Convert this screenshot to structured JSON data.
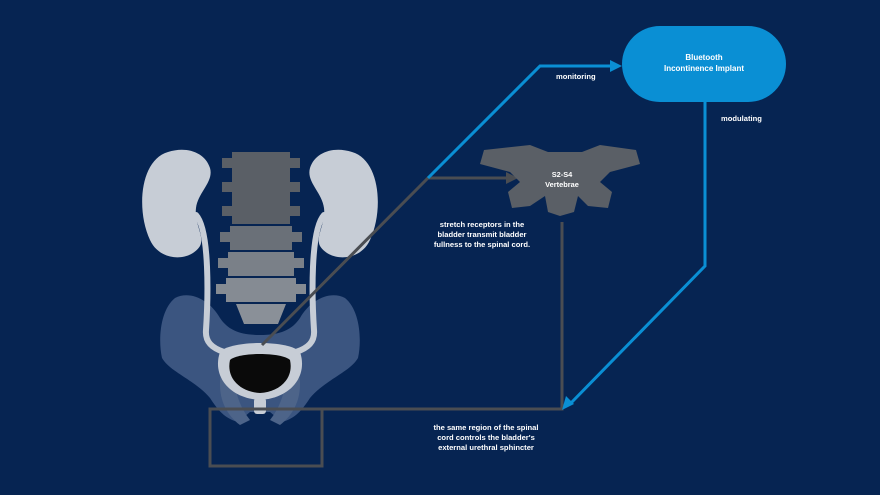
{
  "implant": {
    "line1": "Bluetooth",
    "line2": "Incontinence Implant"
  },
  "labels": {
    "monitoring": "monitoring",
    "modulating": "modulating",
    "vertebrae_line1": "S2-S4",
    "vertebrae_line2": "Vertebrae",
    "stretch": [
      "stretch receptors in the",
      "bladder transmit bladder",
      "fullness to the spinal cord."
    ],
    "sphincter": [
      "the same region of the spinal",
      "cord controls the bladder's",
      "external urethral sphincter"
    ]
  },
  "colors": {
    "background": "#062452",
    "accent": "#0a8fd4",
    "dark_line": "#4a4d52",
    "organ": "#c7cdd6",
    "bone": "#6b7689"
  }
}
